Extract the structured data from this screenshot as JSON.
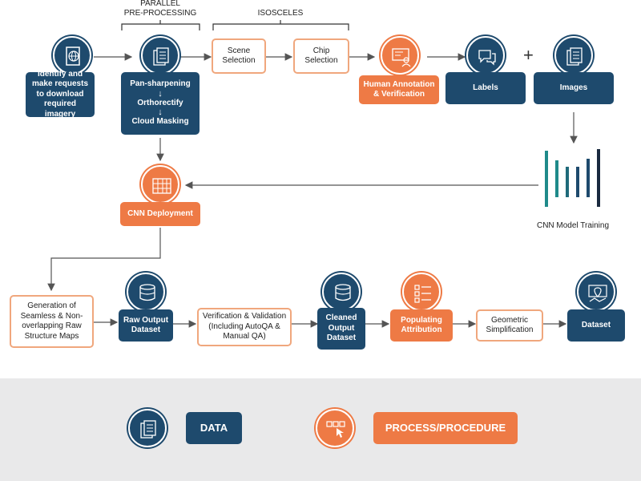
{
  "top": {
    "parallel_label": "PARALLEL\nPRE-PROCESSING",
    "isosceles_label": "ISOSCELES"
  },
  "boxes": {
    "identify": "Identify and make requests to download required imagery",
    "preprocessing": {
      "step1": "Pan-sharpening",
      "step2": "Orthorectify",
      "step3": "Cloud Masking"
    },
    "scene_selection": "Scene Selection",
    "chip_selection": "Chip Selection",
    "human_annotation": "Human Annotation & Verification",
    "labels": "Labels",
    "plus": "+",
    "images": "Images",
    "cnn_training": "CNN Model Training",
    "cnn_deployment": "CNN Deployment",
    "generation": "Generation of Seamless & Non-overlapping Raw Structure Maps",
    "raw_output": "Raw Output Dataset",
    "verification": "Verification & Validation (Including AutoQA & Manual QA)",
    "cleaned_output": "Cleaned Output Dataset",
    "populating": "Populating Attribution",
    "geometric": "Geometric Simplification",
    "dataset": "Dataset"
  },
  "legend": {
    "data_label": "DATA",
    "process_label": "PROCESS/PROCEDURE"
  },
  "colors": {
    "navy": "#1e4a6d",
    "orange": "#ee7a45",
    "orange_outline": "#f0a77d",
    "teal": "#1f8a8a",
    "legend_bg": "#e9e9ea"
  },
  "icons": {
    "identify": "globe-document-icon",
    "preprocessing": "stacked-documents-icon",
    "human_annotation": "person-screen-icon",
    "labels": "speech-bubbles-icon",
    "images": "stacked-documents-icon",
    "cnn_deployment": "server-rack-icon",
    "raw_output": "database-icon",
    "cleaned_output": "database-icon",
    "populating": "checklist-icon",
    "dataset": "map-pin-icon",
    "legend_data": "stacked-documents-icon",
    "legend_process": "checkbox-click-icon"
  }
}
